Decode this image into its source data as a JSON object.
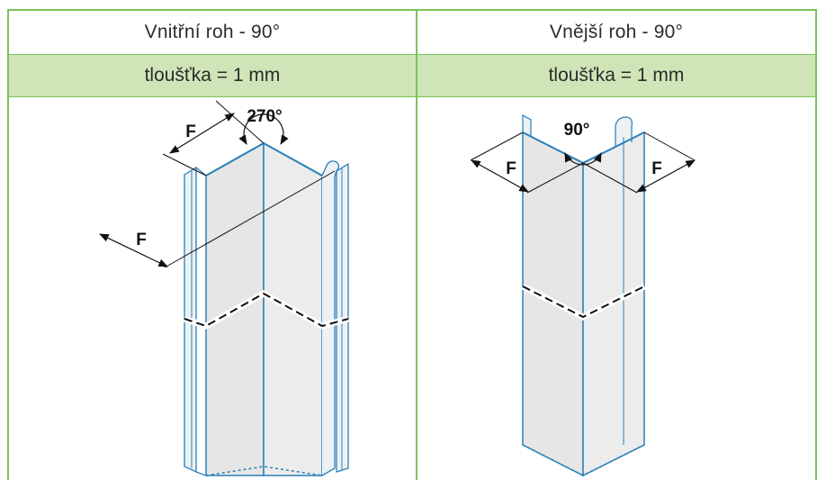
{
  "columns": [
    {
      "title": "Vnitřní roh - 90°",
      "thickness": "tloušťka = 1 mm",
      "angle_label": "270°",
      "dim_label": "F"
    },
    {
      "title": "Vnější roh - 90°",
      "thickness": "tloušťka = 1 mm",
      "angle_label": "90°",
      "dim_label": "F"
    }
  ],
  "colors": {
    "frame": "#7cc35a",
    "header_fill": "#cfe5b8",
    "profile_edge": "#2a7fb8",
    "profile_fill": "#e6e6e6"
  }
}
